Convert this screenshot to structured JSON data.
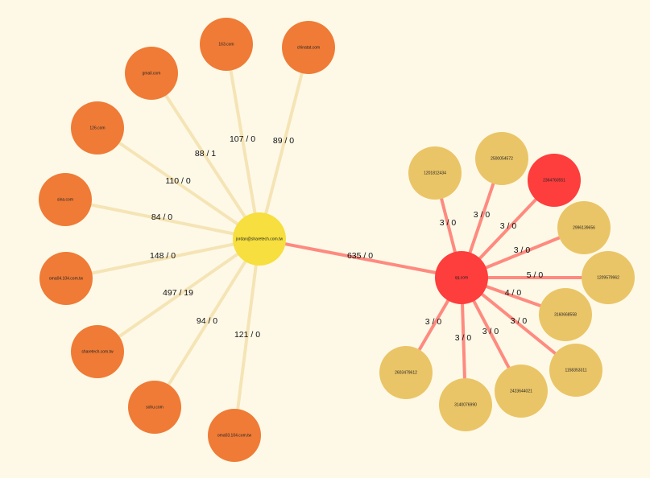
{
  "colors": {
    "background": "#fef9e7",
    "domain_node": "#ef7b37",
    "hub_node": "#f6df3e",
    "alert_node": "#fe3d3d",
    "account_node": "#eac567",
    "hub_edge": "#f5e4b5",
    "alert_edge": "#fe8a80"
  },
  "nodes": [
    {
      "id": "hub",
      "label": "jordan@sharetech.com.tw",
      "type": "hub"
    },
    {
      "id": "qq",
      "label": "qq.com",
      "type": "alert"
    },
    {
      "id": "n163",
      "label": "163.com",
      "type": "domain"
    },
    {
      "id": "chinatat",
      "label": "chinatat.com",
      "type": "domain"
    },
    {
      "id": "gmail",
      "label": "gmail.com",
      "type": "domain"
    },
    {
      "id": "n126",
      "label": "126.com",
      "type": "domain"
    },
    {
      "id": "sina",
      "label": "sina.com",
      "type": "domain"
    },
    {
      "id": "oma04",
      "label": "oma04.104.com.tw",
      "type": "domain"
    },
    {
      "id": "sharetech",
      "label": "sharetech.com.tw",
      "type": "domain"
    },
    {
      "id": "sohu",
      "label": "sohu.com",
      "type": "domain"
    },
    {
      "id": "oma03",
      "label": "oma03.104.com.tw",
      "type": "domain"
    },
    {
      "id": "a1",
      "label": "1201812434",
      "type": "account"
    },
    {
      "id": "a2",
      "label": "2500054572",
      "type": "account"
    },
    {
      "id": "a3",
      "label": "2364760551",
      "type": "alert"
    },
    {
      "id": "a4",
      "label": "2996139656",
      "type": "account"
    },
    {
      "id": "a5",
      "label": "1209579962",
      "type": "account"
    },
    {
      "id": "a6",
      "label": "3160668558",
      "type": "account"
    },
    {
      "id": "a7",
      "label": "1158353311",
      "type": "account"
    },
    {
      "id": "a8",
      "label": "2423644021",
      "type": "account"
    },
    {
      "id": "a9",
      "label": "3140076990",
      "type": "account"
    },
    {
      "id": "a10",
      "label": "2603479612",
      "type": "account"
    }
  ],
  "edges": [
    {
      "from": "hub",
      "to": "n163",
      "label": "107 / 0"
    },
    {
      "from": "hub",
      "to": "chinatat",
      "label": "89 / 0"
    },
    {
      "from": "hub",
      "to": "gmail",
      "label": "88 / 1"
    },
    {
      "from": "hub",
      "to": "n126",
      "label": "110 / 0"
    },
    {
      "from": "hub",
      "to": "sina",
      "label": "84 / 0"
    },
    {
      "from": "hub",
      "to": "oma04",
      "label": "148 / 0"
    },
    {
      "from": "hub",
      "to": "sharetech",
      "label": "497 / 19"
    },
    {
      "from": "hub",
      "to": "sohu",
      "label": "94 / 0"
    },
    {
      "from": "hub",
      "to": "oma03",
      "label": "121 / 0"
    },
    {
      "from": "hub",
      "to": "qq",
      "label": "635 / 0"
    },
    {
      "from": "qq",
      "to": "a1",
      "label": "3 / 0"
    },
    {
      "from": "qq",
      "to": "a2",
      "label": "3 / 0"
    },
    {
      "from": "qq",
      "to": "a3",
      "label": "3 / 0"
    },
    {
      "from": "qq",
      "to": "a4",
      "label": "3 / 0"
    },
    {
      "from": "qq",
      "to": "a5",
      "label": "5 / 0"
    },
    {
      "from": "qq",
      "to": "a6",
      "label": "4 / 0"
    },
    {
      "from": "qq",
      "to": "a7",
      "label": "3 / 0"
    },
    {
      "from": "qq",
      "to": "a8",
      "label": "3 / 0"
    },
    {
      "from": "qq",
      "to": "a9",
      "label": "3 / 0"
    },
    {
      "from": "qq",
      "to": "a10",
      "label": "3 / 0"
    }
  ]
}
